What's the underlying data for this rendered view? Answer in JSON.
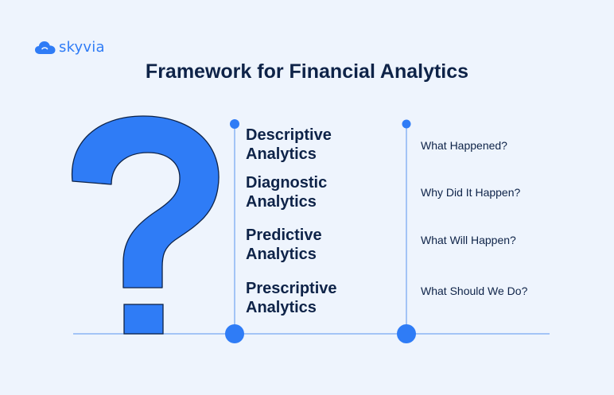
{
  "brand": {
    "name": "skyvia",
    "icon": "cloud-icon",
    "color": "#2f7cf6"
  },
  "title": "Framework for Financial Analytics",
  "colors": {
    "accent": "#2f7cf6",
    "line": "#8ab4f4",
    "text": "#0e2348",
    "background": "#eef4fd"
  },
  "rows": [
    {
      "term_line1": "Descriptive",
      "term_line2": "Analytics",
      "question": "What Happened?"
    },
    {
      "term_line1": "Diagnostic",
      "term_line2": "Analytics",
      "question": "Why Did It Happen?"
    },
    {
      "term_line1": "Predictive",
      "term_line2": "Analytics",
      "question": "What Will Happen?"
    },
    {
      "term_line1": "Prescriptive",
      "term_line2": "Analytics",
      "question": "What Should We Do?"
    }
  ]
}
